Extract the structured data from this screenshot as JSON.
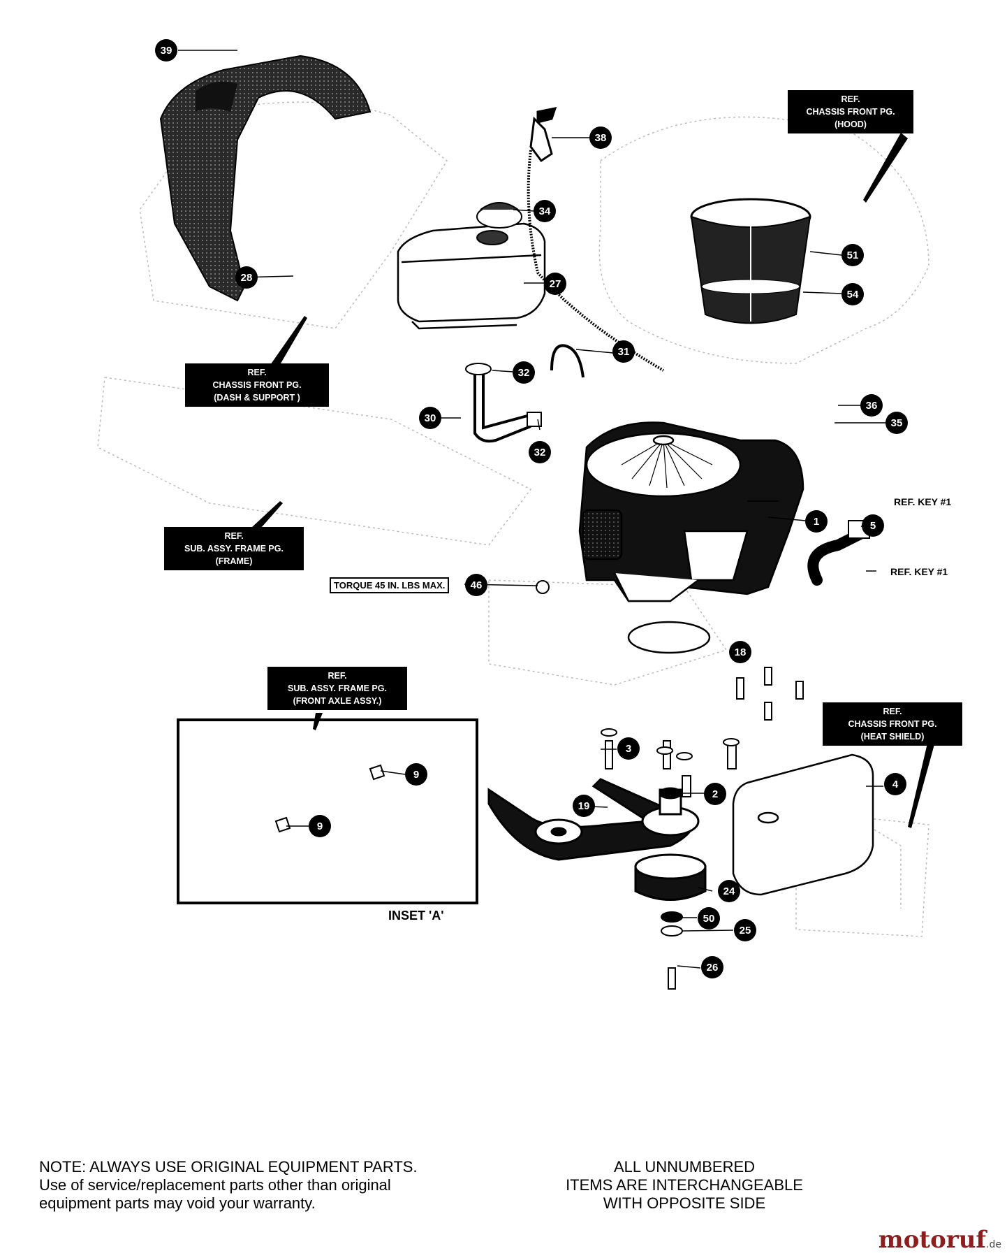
{
  "callouts": [
    {
      "id": "c39",
      "label": "39"
    },
    {
      "id": "c38",
      "label": "38"
    },
    {
      "id": "c34",
      "label": "34"
    },
    {
      "id": "c27",
      "label": "27"
    },
    {
      "id": "c28",
      "label": "28"
    },
    {
      "id": "c51",
      "label": "51"
    },
    {
      "id": "c54",
      "label": "54"
    },
    {
      "id": "c31",
      "label": "31"
    },
    {
      "id": "c32a",
      "label": "32"
    },
    {
      "id": "c30",
      "label": "30"
    },
    {
      "id": "c32b",
      "label": "32"
    },
    {
      "id": "c36",
      "label": "36"
    },
    {
      "id": "c35",
      "label": "35"
    },
    {
      "id": "c1",
      "label": "1"
    },
    {
      "id": "c5",
      "label": "5"
    },
    {
      "id": "c46",
      "label": "46"
    },
    {
      "id": "c18",
      "label": "18"
    },
    {
      "id": "c3",
      "label": "3"
    },
    {
      "id": "c2",
      "label": "2"
    },
    {
      "id": "c19",
      "label": "19"
    },
    {
      "id": "c4",
      "label": "4"
    },
    {
      "id": "c9a",
      "label": "9"
    },
    {
      "id": "c9b",
      "label": "9"
    },
    {
      "id": "c24",
      "label": "24"
    },
    {
      "id": "c50",
      "label": "50"
    },
    {
      "id": "c25",
      "label": "25"
    },
    {
      "id": "c26",
      "label": "26"
    }
  ],
  "ref_boxes": {
    "hood": [
      "REF.",
      "CHASSIS FRONT PG.",
      "(HOOD)"
    ],
    "dash": [
      "REF.",
      "CHASSIS FRONT PG.",
      "(DASH & SUPPORT )"
    ],
    "frame": [
      "REF.",
      "SUB. ASSY. FRAME PG.",
      "(FRAME)"
    ],
    "axle": [
      "REF.",
      "SUB. ASSY. FRAME PG.",
      "(FRONT AXLE ASSY.)"
    ],
    "heatshield": [
      "REF.",
      "CHASSIS FRONT PG.",
      "(HEAT SHIELD)"
    ]
  },
  "ref_key_1": "REF. KEY #1",
  "ref_key_2": "REF. KEY #1",
  "torque_note": "TORQUE 45 IN. LBS MAX.",
  "inset_label": "INSET 'A'",
  "note_left": [
    "NOTE: ALWAYS USE ORIGINAL EQUIPMENT PARTS.",
    "Use of service/replacement parts other than original",
    "equipment parts may void your warranty."
  ],
  "note_right": [
    "ALL UNNUMBERED",
    "ITEMS ARE INTERCHANGEABLE",
    "WITH OPPOSITE SIDE"
  ],
  "watermark": {
    "brand": "motoruf",
    "tld": ".de"
  }
}
